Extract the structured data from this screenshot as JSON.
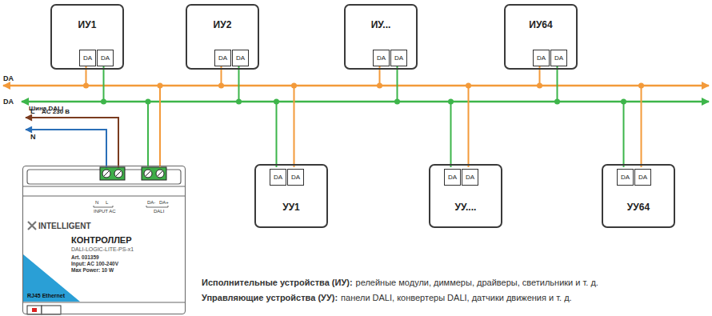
{
  "diagram": {
    "nodes": [
      {
        "text": [
          "ИУ1"
        ]
      },
      {
        "text": [
          "DA"
        ],
        "in": 0
      },
      {
        "text": [
          "DA"
        ],
        "in": 0
      },
      {
        "text": [
          "ИУ2"
        ]
      },
      {
        "text": [
          "DA"
        ],
        "in": 3
      },
      {
        "text": [
          "DA"
        ],
        "in": 3
      },
      {
        "text": [
          "ИУ..."
        ]
      },
      {
        "text": [
          "DA"
        ],
        "in": 6
      },
      {
        "text": [
          "DA"
        ],
        "in": 6
      },
      {
        "text": [
          "ИУ64"
        ]
      },
      {
        "text": [
          "DA"
        ],
        "in": 9
      },
      {
        "text": [
          "DA"
        ],
        "in": 9
      },
      {
        "text": [
          "УУ1"
        ]
      },
      {
        "text": [
          "DA"
        ],
        "in": 12
      },
      {
        "text": [
          "DA"
        ],
        "in": 12
      },
      {
        "text": [
          "УУ...."
        ]
      },
      {
        "text": [
          "DA"
        ],
        "in": 15
      },
      {
        "text": [
          "DA"
        ],
        "in": 15
      },
      {
        "text": [
          "УУ64"
        ]
      },
      {
        "text": [
          "DA"
        ],
        "in": 18
      },
      {
        "text": [
          "DA"
        ],
        "in": 18
      },
      {
        "text": [
          "N",
          "L",
          "INPUT AC",
          "DA-",
          "DA+",
          "DALI",
          "INTELLIGENT",
          "КОНТРОЛЛЕР",
          "DALI-LOGIC-LITE-PS-x1",
          "Art. 031359",
          "Input: AC 100-240V",
          "Max Power: 10 W",
          "RJ45 Ethernet"
        ]
      }
    ],
    "labels": [
      "DA",
      "DA",
      "Шина DALI",
      "L",
      "AC 230 В",
      "N",
      "Исполнительные устройства (ИУ):",
      "релейные модули, диммеры, драйверы, светильники и т. д.",
      "Управляющие устройства (УУ):",
      "панели DALI, конвертеры DALI, датчики движения и т. д."
    ]
  }
}
